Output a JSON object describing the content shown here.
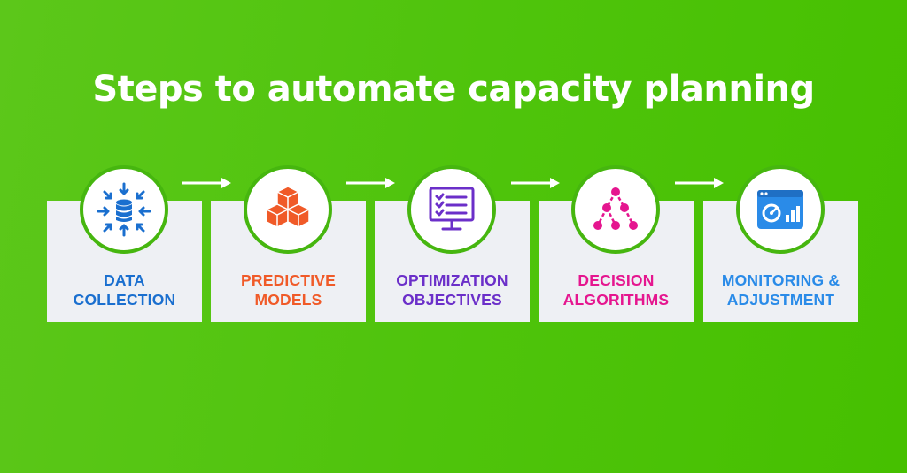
{
  "title": "Steps to automate capacity planning",
  "steps": [
    {
      "line1": "DATA",
      "line2": "COLLECTION",
      "color": "#1a6fcf",
      "icon": "data-collection-icon"
    },
    {
      "line1": "PREDICTIVE",
      "line2": "MODELS",
      "color": "#f05a28",
      "icon": "cubes-icon"
    },
    {
      "line1": "OPTIMIZATION",
      "line2": "OBJECTIVES",
      "color": "#6b2fc9",
      "icon": "monitor-checklist-icon"
    },
    {
      "line1": "DECISION",
      "line2": "ALGORITHMS",
      "color": "#e5168f",
      "icon": "decision-tree-icon"
    },
    {
      "line1": "MONITORING &",
      "line2": "ADJUSTMENT",
      "color": "#2a8be8",
      "icon": "dashboard-gauge-icon"
    }
  ]
}
